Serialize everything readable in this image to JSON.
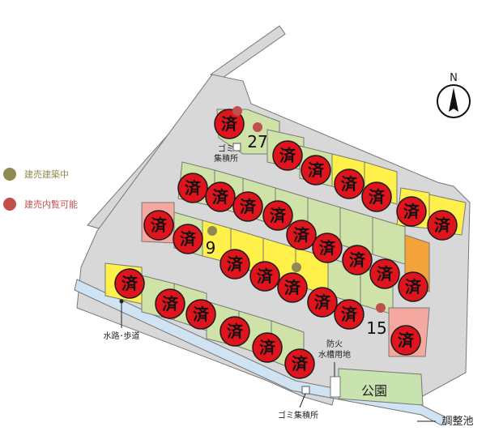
{
  "legend": {
    "items": [
      {
        "label": "建売建築中",
        "color": "#8f8a52"
      },
      {
        "label": "建売内覧可能",
        "color": "#c0504d"
      }
    ]
  },
  "compass_label": "N",
  "sold_mark": "済",
  "lot_numbers": [
    "27",
    "9",
    "15"
  ],
  "labels": {
    "garbage_top": "ゴミ\n集積所",
    "garbage_bottom": "ゴミ集積所",
    "waterway": "水路･歩道",
    "fire_tank": "防火\n水槽用地",
    "park": "公園",
    "pond": "調整池"
  },
  "colors": {
    "sold_fill": "#e0141c",
    "sold_ring": "#1a1a1a",
    "lot_green": "#cfe3a8",
    "lot_yellow": "#fff04a",
    "lot_orange": "#f4a23a",
    "lot_pink": "#f4a8a0",
    "road": "#d8d8d8",
    "park": "#c9e3b0",
    "water": "#cfe3f3",
    "building_marker": "#8f8a52",
    "preview_marker": "#c0504d"
  }
}
